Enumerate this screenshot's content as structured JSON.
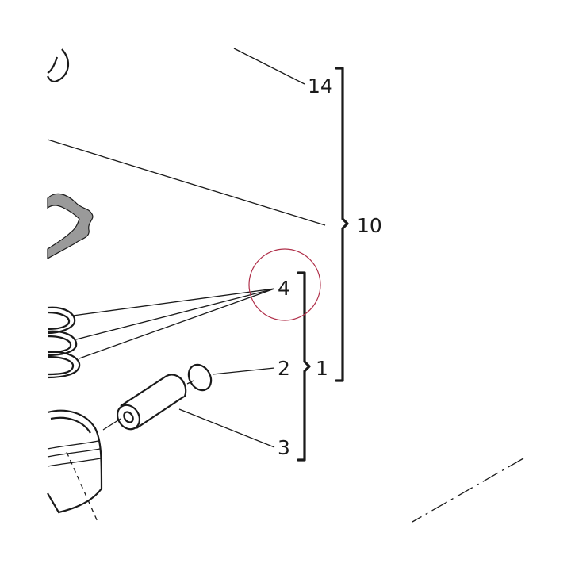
{
  "callouts": {
    "c14": "14",
    "c10": "10",
    "c4": "4",
    "c2": "2",
    "c1": "1",
    "c3": "3"
  },
  "highlight": {
    "target": "4",
    "color": "#b0304a"
  },
  "colors": {
    "line": "#1a1a1a",
    "gasket_fill": "#9a9a9a",
    "background": "#ffffff"
  }
}
